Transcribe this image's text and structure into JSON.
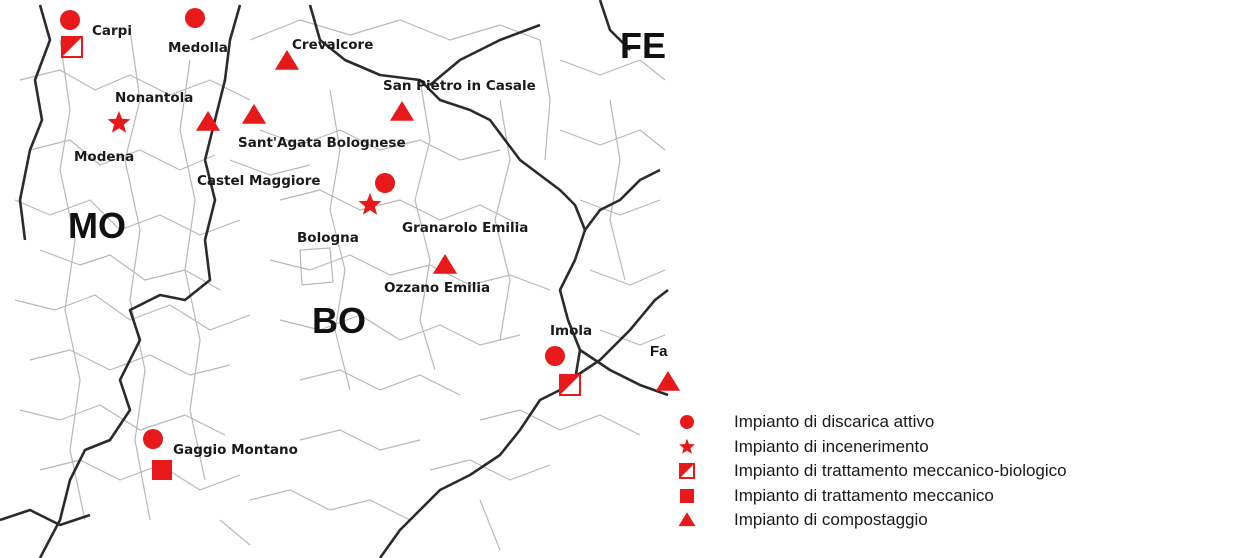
{
  "colors": {
    "symbol": "#e8191a",
    "provincial_border": "#2b2b2b",
    "municipal_border": "#b8b8b8",
    "label": "#1a1a1a"
  },
  "provinces": [
    {
      "id": "mo",
      "label": "MO"
    },
    {
      "id": "bo",
      "label": "BO"
    },
    {
      "id": "fe",
      "label": "FE"
    },
    {
      "id": "ra",
      "label": "Fa"
    }
  ],
  "places": [
    {
      "id": "carpi",
      "label": "Carpi"
    },
    {
      "id": "medolla",
      "label": "Medolla"
    },
    {
      "id": "crevalcore",
      "label": "Crevalcore"
    },
    {
      "id": "san-pietro-in-casale",
      "label": "San Pietro in Casale"
    },
    {
      "id": "nonantola",
      "label": "Nonantola"
    },
    {
      "id": "modena",
      "label": "Modena"
    },
    {
      "id": "sant-agata-bolognese",
      "label": "Sant'Agata Bolognese"
    },
    {
      "id": "castel-maggiore",
      "label": "Castel Maggiore"
    },
    {
      "id": "bologna",
      "label": "Bologna"
    },
    {
      "id": "granarolo-emilia",
      "label": "Granarolo Emilia"
    },
    {
      "id": "ozzano-emilia",
      "label": "Ozzano Emilia"
    },
    {
      "id": "imola",
      "label": "Imola"
    },
    {
      "id": "gaggio-montano",
      "label": "Gaggio Montano"
    }
  ],
  "facilities": [
    {
      "place": "carpi",
      "type": "landfill"
    },
    {
      "place": "carpi",
      "type": "mbt"
    },
    {
      "place": "medolla",
      "type": "landfill"
    },
    {
      "place": "crevalcore",
      "type": "composting"
    },
    {
      "place": "san-pietro-in-casale",
      "type": "composting"
    },
    {
      "place": "modena",
      "type": "incinerator"
    },
    {
      "place": "nonantola",
      "type": "composting"
    },
    {
      "place": "sant-agata-bolognese",
      "type": "composting"
    },
    {
      "place": "castel-maggiore",
      "type": "landfill"
    },
    {
      "place": "bologna",
      "type": "incinerator"
    },
    {
      "place": "ozzano-emilia",
      "type": "composting"
    },
    {
      "place": "imola",
      "type": "landfill"
    },
    {
      "place": "imola",
      "type": "mbt"
    },
    {
      "place": "gaggio-montano",
      "type": "landfill"
    },
    {
      "place": "gaggio-montano",
      "type": "mechanical"
    },
    {
      "place": "ravenna-edge",
      "type": "composting"
    }
  ],
  "legend": {
    "items": [
      {
        "type": "landfill",
        "icon": "circle-icon",
        "label": "Impianto di discarica attivo"
      },
      {
        "type": "incinerator",
        "icon": "star-icon",
        "label": "Impianto di incenerimento"
      },
      {
        "type": "mbt",
        "icon": "half-square-icon",
        "label": "Impianto di trattamento meccanico-biologico"
      },
      {
        "type": "mechanical",
        "icon": "square-icon",
        "label": "Impianto di trattamento meccanico"
      },
      {
        "type": "composting",
        "icon": "triangle-icon",
        "label": "Impianto di compostaggio"
      }
    ]
  }
}
